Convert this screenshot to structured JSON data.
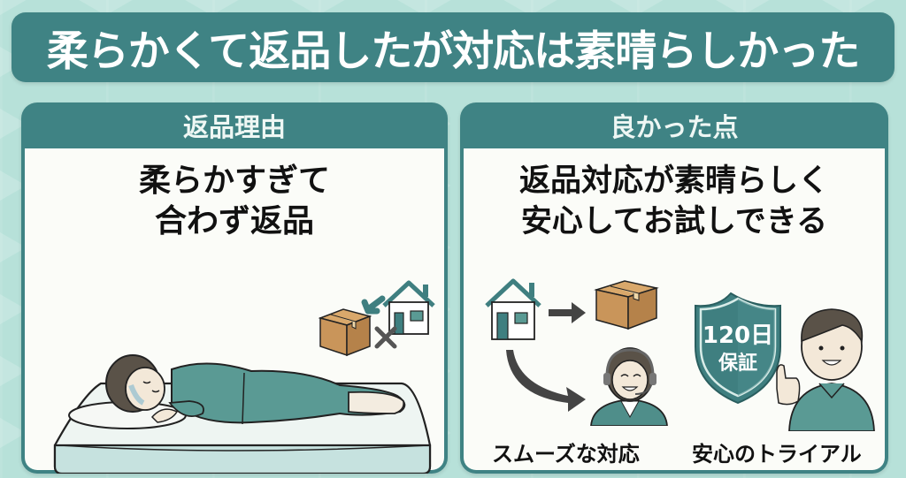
{
  "title": "柔らかくて返品したが対応は素晴らしかった",
  "panels": {
    "left": {
      "header": "返品理由",
      "headline_lines": [
        "柔らかすぎて",
        "合わず返品"
      ],
      "illustration": "woman-sleeping-on-mattress-with-return-box"
    },
    "right": {
      "header": "良かった点",
      "headline_lines": [
        "返品対応が素晴らしく",
        "安心してお試しできる"
      ],
      "items": [
        {
          "caption": "スムーズな対応",
          "illustration": "house-to-box-and-support-operator"
        },
        {
          "caption": "安心のトライアル",
          "illustration": "guarantee-shield-and-thumbs-up-man",
          "badge_line1": "120日",
          "badge_line2": "保証"
        }
      ]
    }
  },
  "colors": {
    "accent_teal": "#3f8384",
    "background_mint": "#b7e1d9",
    "panel_body": "#fbfcf8",
    "box_brown": "#c9955a",
    "clothing_teal": "#5a9a94"
  }
}
